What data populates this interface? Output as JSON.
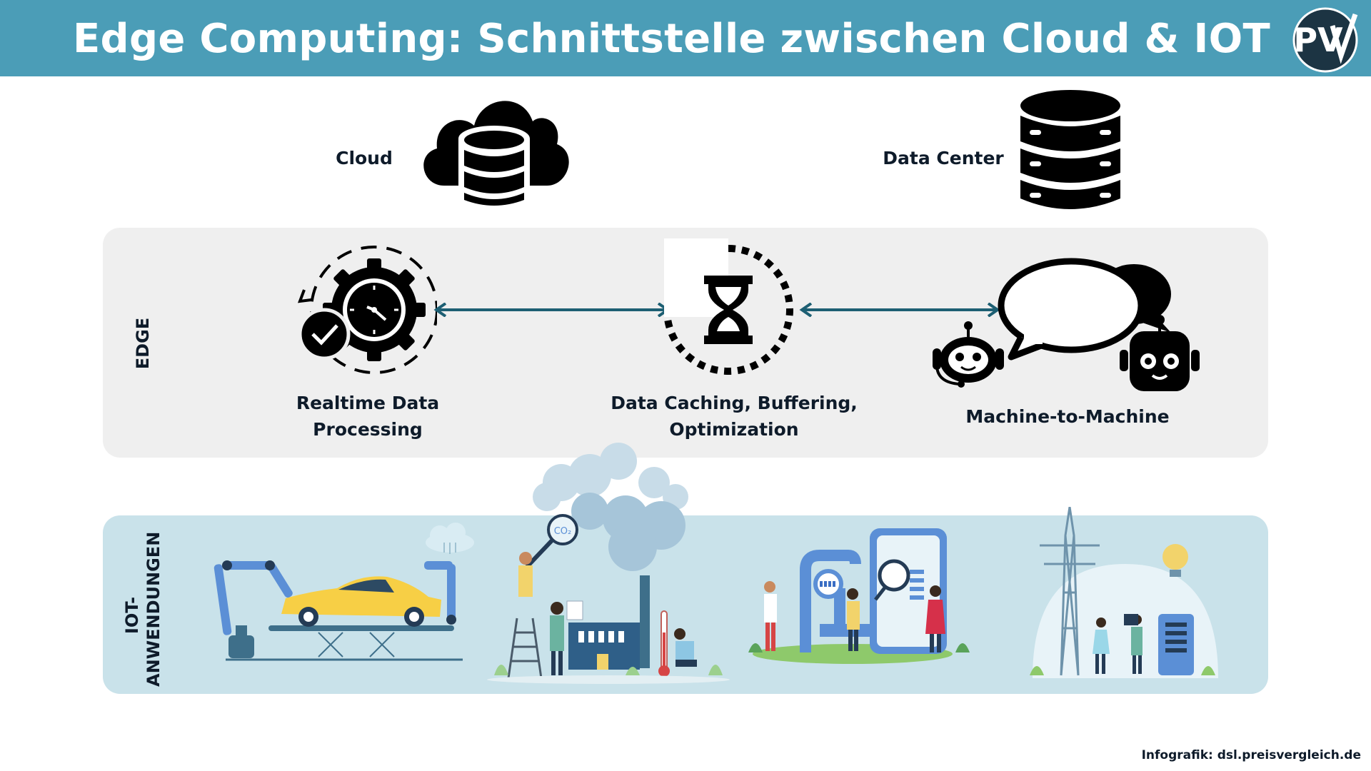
{
  "header": {
    "title": "Edge Computing:  Schnittstelle zwischen Cloud &  IOT",
    "logo_text": "PV"
  },
  "top": {
    "cloud_label": "Cloud",
    "datacenter_label": "Data Center"
  },
  "edge": {
    "section_label": "EDGE",
    "nodes": [
      {
        "line1": "Realtime Data",
        "line2": "Processing",
        "icon": "gear-clock-icon"
      },
      {
        "line1": "Data Caching, Buffering,",
        "line2": "Optimization",
        "icon": "hourglass-icon"
      },
      {
        "line1": "Machine-to-Machine",
        "icon": "robots-chat-icon"
      }
    ]
  },
  "iot": {
    "section_label_line1": "IOT-",
    "section_label_line2": "ANWENDUNGEN",
    "illustrations": [
      "robot-car-assembly",
      "co2-emission-factory",
      "water-meter",
      "power-grid"
    ]
  },
  "footer": {
    "credit": "Infografik: dsl.preisvergleich.de"
  },
  "colors": {
    "header_bg": "#4b9db7",
    "edge_panel_bg": "#efefef",
    "iot_panel_bg": "#c9e2ea",
    "arrow": "#1d5f73",
    "icon": "#000000",
    "text": "#0e1b2a"
  }
}
